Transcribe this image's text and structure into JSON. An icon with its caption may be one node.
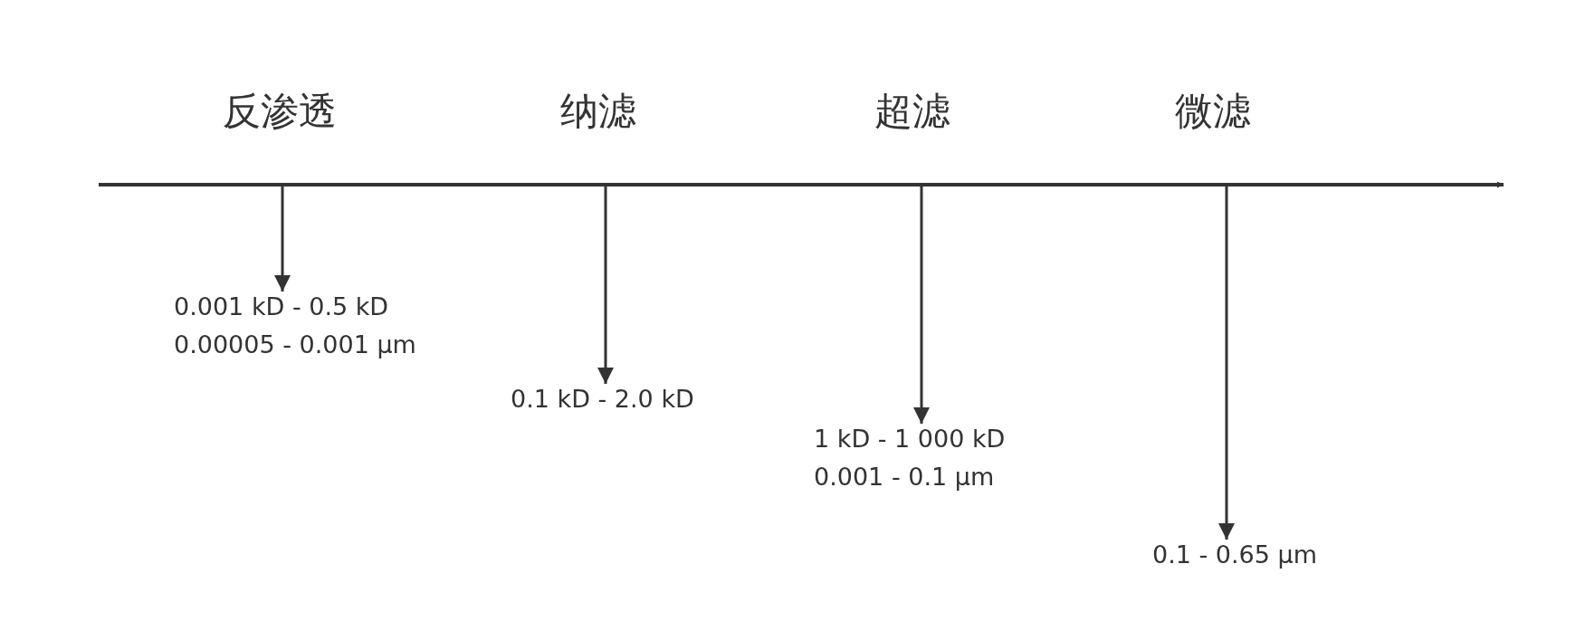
{
  "diagram": {
    "nodes": [
      {
        "text": [
          "反渗透"
        ]
      },
      {
        "text": [
          "纳滤"
        ]
      },
      {
        "text": [
          "超滤"
        ]
      },
      {
        "text": [
          "微滤"
        ]
      },
      {
        "text": [
          "0.001 kD - 0.5 kD",
          "0.00005 - 0.001 µm"
        ]
      },
      {
        "text": [
          "0.1 kD - 2.0 kD"
        ]
      },
      {
        "text": [
          "1 kD - 1 000 kD",
          "0.001 - 0.1 µm"
        ]
      },
      {
        "text": [
          "0.1 - 0.65 µm"
        ]
      }
    ],
    "edges": [
      {
        "from": null,
        "to": 4,
        "arrow": "to"
      },
      {
        "from": null,
        "to": 5,
        "arrow": "to"
      },
      {
        "from": null,
        "to": 6,
        "arrow": "to"
      },
      {
        "from": null,
        "to": 7,
        "arrow": "to"
      }
    ]
  }
}
